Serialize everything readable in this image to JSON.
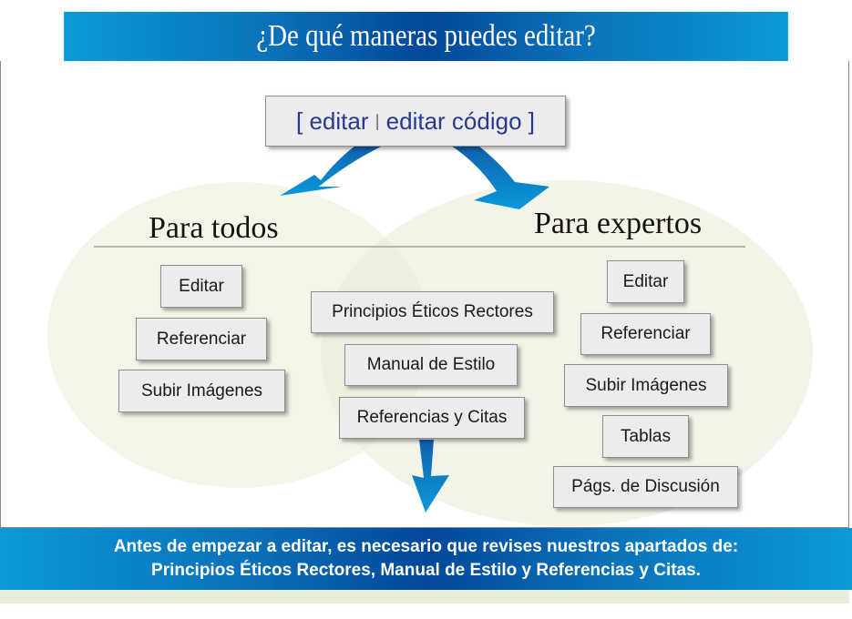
{
  "title": "¿De qué maneras puedes editar?",
  "edit_box": {
    "open": "[",
    "editar": "editar",
    "sep": "|",
    "editar_codigo": "editar código",
    "close": "]"
  },
  "groups": {
    "todos": "Para todos",
    "expertos": "Para expertos"
  },
  "left_items": [
    "Editar",
    "Referenciar",
    "Subir Imágenes"
  ],
  "middle_items": [
    "Principios Éticos Rectores",
    "Manual de Estilo",
    "Referencias y Citas"
  ],
  "right_items": [
    "Editar",
    "Referenciar",
    "Subir Imágenes",
    "Tablas",
    "Págs. de Discusión"
  ],
  "footer": {
    "line1": "Antes de empezar a editar, es necesario que revises nuestros apartados de:",
    "line2": "Principios Éticos Rectores, Manual de Estilo y Referencias y Citas."
  },
  "colors": {
    "arrow": "#0a7cc8",
    "ellipse": "#eef3e2"
  }
}
